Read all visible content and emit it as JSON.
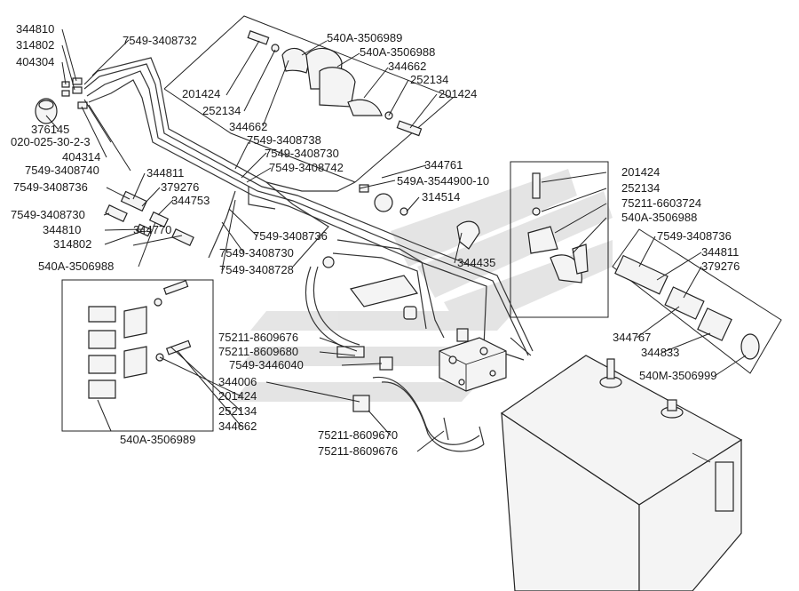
{
  "labels": {
    "l01": "344810",
    "l02": "314802",
    "l03": "404304",
    "l04": "7549-3408732",
    "l05": "540A-3506989",
    "l06": "540A-3506988",
    "l07": "344662",
    "l08": "252134",
    "l09": "201424",
    "l10": "201424",
    "l11": "252134",
    "l12": "344662",
    "l13": "376145",
    "l14": "020-025-30-2-3",
    "l15": "404314",
    "l16": "7549-3408740",
    "l17": "7549-3408738",
    "l18": "7549-3408730",
    "l19": "7549-3408742",
    "l20": "344761",
    "l21": "549A-3544900-10",
    "l22": "314514",
    "l23": "344811",
    "l24": "7549-3408736",
    "l25": "379276",
    "l26": "344753",
    "l27": "7549-3408730",
    "l28": "344810",
    "l29": "344770",
    "l30": "314802",
    "l31": "540A-3506988",
    "l32": "7549-3408736",
    "l33": "7549-3408730",
    "l34": "7549-3408728",
    "l35": "344435",
    "l36": "201424",
    "l37": "252134",
    "l38": "75211-6603724",
    "l39": "540A-3506988",
    "l40": "7549-3408736",
    "l41": "344811",
    "l42": "379276",
    "l43": "75211-8609676",
    "l44": "75211-8609680",
    "l45": "7549-3446040",
    "l46": "344006",
    "l47": "201424",
    "l48": "252134",
    "l49": "344662",
    "l50": "344767",
    "l51": "344833",
    "l52": "540M-3506999",
    "l53": "75211-8609670",
    "l54": "75211-8609676",
    "l55": "540A-3506989"
  }
}
